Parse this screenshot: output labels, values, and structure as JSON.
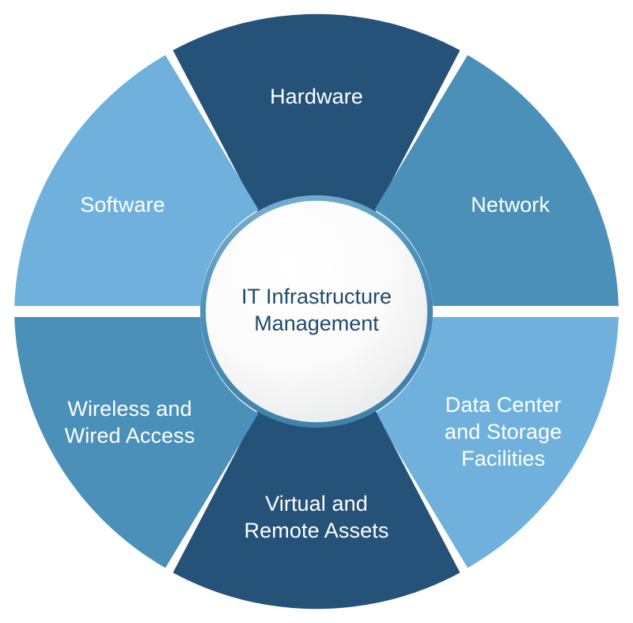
{
  "diagram": {
    "title": "IT Infrastructure Management",
    "center": {
      "label": "IT Infrastructure\nManagement",
      "text_color": "#1f4a6b",
      "fill_top": "#ffffff",
      "fill_bottom": "#eceded",
      "ring_color": "#4a90b8"
    },
    "colors": {
      "dark_blue": "#255278",
      "medium_blue": "#4a90b8",
      "light_blue": "#6fb1dc",
      "background": "#ffffff",
      "segment_label": "#ffffff"
    },
    "segments": [
      {
        "id": "hardware",
        "label": "Hardware",
        "color": "#255278",
        "position": "top"
      },
      {
        "id": "network",
        "label": "Network",
        "color": "#4a90b8",
        "position": "upper-right"
      },
      {
        "id": "datacenter",
        "label": "Data Center\nand Storage\nFacilities",
        "color": "#6fb1dc",
        "position": "lower-right"
      },
      {
        "id": "virtual",
        "label": "Virtual and\nRemote Assets",
        "color": "#255278",
        "position": "bottom"
      },
      {
        "id": "wireless",
        "label": "Wireless and\nWired Access",
        "color": "#4a90b8",
        "position": "lower-left"
      },
      {
        "id": "software",
        "label": "Software",
        "color": "#6fb1dc",
        "position": "upper-left"
      }
    ]
  }
}
